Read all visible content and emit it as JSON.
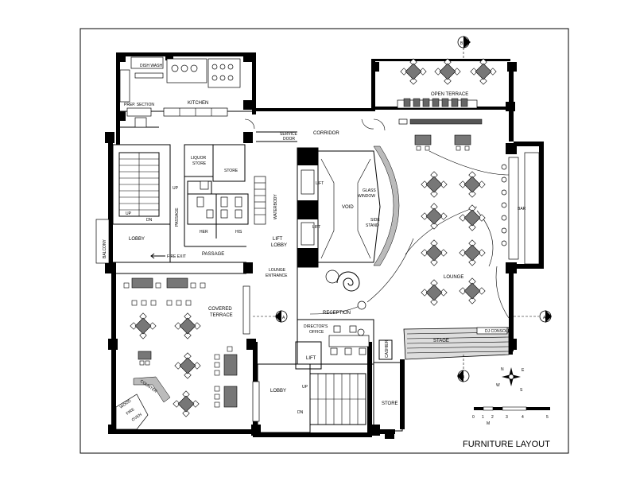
{
  "title": "FURNITURE LAYOUT",
  "rooms": {
    "dish_wash": "DISH WASH",
    "prep_section": "PREP. SECTION",
    "kitchen": "KITCHEN",
    "open_terrace": "OPEN TERRACE",
    "service_door_1": "SERVICE",
    "service_door_2": "DOOR",
    "corridor": "CORRIDOR",
    "liquor_store_1": "LIQUOR",
    "liquor_store_2": "STORE",
    "store_upper": "STORE",
    "up_passage": "UP",
    "passage_vertical": "PASSAGE",
    "waterbody": "WATERBODY",
    "lift_top": "LIFT",
    "lift_mid": "LIFT",
    "void": "VOID",
    "glass_window_1": "GLASS",
    "glass_window_2": "WINDOW",
    "side_stand_1": "SIDE",
    "side_stand_2": "STAND",
    "bar": "BAR",
    "balcony": "BALCONY",
    "lobby_left": "LOBBY",
    "up_stair": "UP",
    "dn_stair": "DN",
    "her": "HER",
    "his": "HIS",
    "lift_lobby_1": "LIFT",
    "lift_lobby_2": "LOBBY",
    "fire_exit": "FIRE EXIT",
    "passage_horizontal": "PASSAGE",
    "lounge_entrance_1": "LOUNGE",
    "lounge_entrance_2": "ENTRANCE",
    "lounge": "LOUNGE",
    "covered_terrace_1": "COVERED",
    "covered_terrace_2": "TERRACE",
    "reception": "RECEPTION",
    "directors_office_1": "DIRECTOR'S",
    "directors_office_2": "OFFICE",
    "cashier": "CASHIER",
    "stage": "STAGE",
    "dj_console": "DJ CONSOLE",
    "lift_bottom": "LIFT",
    "lobby_bottom": "LOBBY",
    "up_bottom": "UP",
    "dn_bottom": "DN",
    "store_bottom": "STORE",
    "counter": "COUNTER",
    "wood_fire_oven_1": "WOOD",
    "wood_fire_oven_2": "FIRE",
    "wood_fire_oven_3": "OVEN"
  },
  "section_markers": {
    "a_left": "A",
    "a_right": "A",
    "b_top": "B",
    "b_bottom": "B"
  },
  "compass": {
    "n": "N",
    "e": "E",
    "s": "S",
    "w": "W"
  },
  "scale": {
    "ticks": [
      "0",
      "1",
      "2",
      "3",
      "4",
      "5"
    ],
    "unit": "M"
  }
}
